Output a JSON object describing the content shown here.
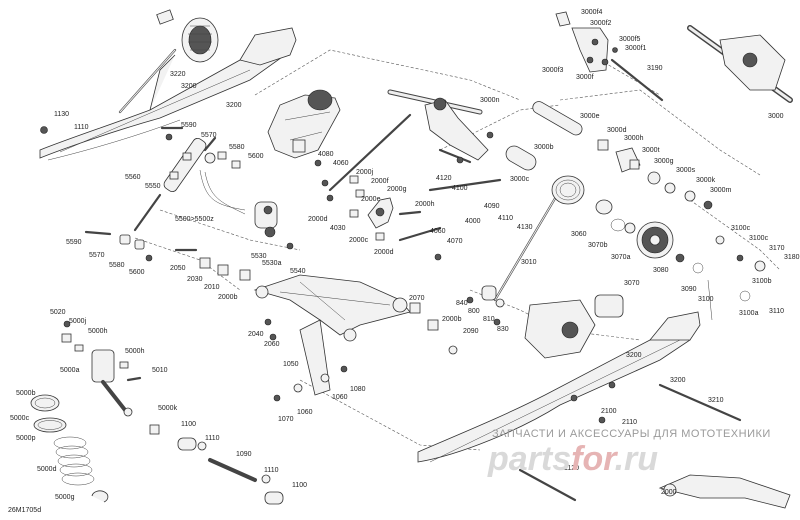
{
  "diagram": {
    "code": "26M1705d",
    "watermark_line1": "ЗАПЧАСТИ И АКСЕССУАРЫ ДЛЯ МОТОТЕХНИКИ",
    "watermark_logo_a": "parts",
    "watermark_logo_b": "for",
    "watermark_logo_c": ".ru",
    "labels": [
      {
        "t": "3220"
      },
      {
        "t": "3200"
      },
      {
        "t": "3200"
      },
      {
        "t": "1130"
      },
      {
        "t": "1110"
      },
      {
        "t": "5590"
      },
      {
        "t": "5570"
      },
      {
        "t": "5580"
      },
      {
        "t": "5600"
      },
      {
        "t": "5560"
      },
      {
        "t": "5550"
      },
      {
        "t": "5500>5500z"
      },
      {
        "t": "5590"
      },
      {
        "t": "5570"
      },
      {
        "t": "5580"
      },
      {
        "t": "5600"
      },
      {
        "t": "5530"
      },
      {
        "t": "5530a"
      },
      {
        "t": "5540"
      },
      {
        "t": "4080"
      },
      {
        "t": "4060"
      },
      {
        "t": "2000j"
      },
      {
        "t": "2000f"
      },
      {
        "t": "2000g"
      },
      {
        "t": "2000e"
      },
      {
        "t": "2000d"
      },
      {
        "t": "4030"
      },
      {
        "t": "2000c"
      },
      {
        "t": "2000d"
      },
      {
        "t": "2000h"
      },
      {
        "t": "4120"
      },
      {
        "t": "4100"
      },
      {
        "t": "4000"
      },
      {
        "t": "4060"
      },
      {
        "t": "4070"
      },
      {
        "t": "3000n"
      },
      {
        "t": "3000b"
      },
      {
        "t": "3000c"
      },
      {
        "t": "4090"
      },
      {
        "t": "4110"
      },
      {
        "t": "4130"
      },
      {
        "t": "3000f4"
      },
      {
        "t": "3000f2"
      },
      {
        "t": "3000f5"
      },
      {
        "t": "3000f1"
      },
      {
        "t": "3000f3"
      },
      {
        "t": "3000f"
      },
      {
        "t": "3190"
      },
      {
        "t": "3000e"
      },
      {
        "t": "3000d"
      },
      {
        "t": "3000h"
      },
      {
        "t": "3000t"
      },
      {
        "t": "3000g"
      },
      {
        "t": "3000s"
      },
      {
        "t": "3000k"
      },
      {
        "t": "3000m"
      },
      {
        "t": "3000"
      },
      {
        "t": "3060"
      },
      {
        "t": "3070b"
      },
      {
        "t": "3070a"
      },
      {
        "t": "3070"
      },
      {
        "t": "3080"
      },
      {
        "t": "3090"
      },
      {
        "t": "3100c"
      },
      {
        "t": "3100c"
      },
      {
        "t": "3170"
      },
      {
        "t": "3180"
      },
      {
        "t": "3100b"
      },
      {
        "t": "3100"
      },
      {
        "t": "3100a"
      },
      {
        "t": "3110"
      },
      {
        "t": "3010"
      },
      {
        "t": "2050"
      },
      {
        "t": "2030"
      },
      {
        "t": "2010"
      },
      {
        "t": "2000b"
      },
      {
        "t": "2070"
      },
      {
        "t": "2040"
      },
      {
        "t": "2060"
      },
      {
        "t": "2000b"
      },
      {
        "t": "2090"
      },
      {
        "t": "840"
      },
      {
        "t": "800"
      },
      {
        "t": "810"
      },
      {
        "t": "830"
      },
      {
        "t": "1050"
      },
      {
        "t": "1080"
      },
      {
        "t": "1060"
      },
      {
        "t": "1060"
      },
      {
        "t": "1070"
      },
      {
        "t": "5020"
      },
      {
        "t": "5000j"
      },
      {
        "t": "5000h"
      },
      {
        "t": "5000h"
      },
      {
        "t": "5000a"
      },
      {
        "t": "5010"
      },
      {
        "t": "5000k"
      },
      {
        "t": "5000b"
      },
      {
        "t": "5000c"
      },
      {
        "t": "5000p"
      },
      {
        "t": "5000d"
      },
      {
        "t": "5000g"
      },
      {
        "t": "1100"
      },
      {
        "t": "1110"
      },
      {
        "t": "1090"
      },
      {
        "t": "1110"
      },
      {
        "t": "1100"
      },
      {
        "t": "3200"
      },
      {
        "t": "3200"
      },
      {
        "t": "3210"
      },
      {
        "t": "2100"
      },
      {
        "t": "2110"
      },
      {
        "t": "1120"
      },
      {
        "t": "2000"
      }
    ]
  }
}
